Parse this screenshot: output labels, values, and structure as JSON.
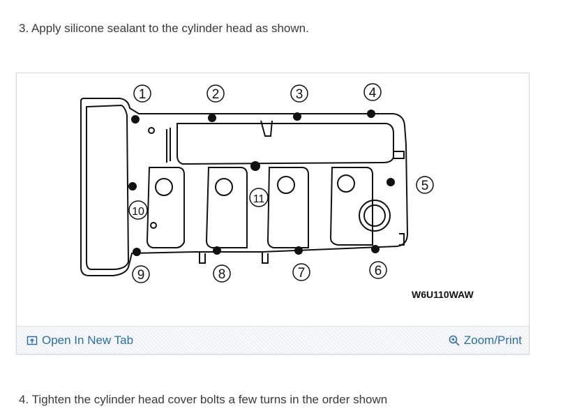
{
  "steps": {
    "step3": "3. Apply silicone sealant to the cylinder head as shown.",
    "step4": "4. Tighten the cylinder head cover bolts a few turns in the order shown"
  },
  "figure": {
    "code": "W6U110WAW",
    "bolt_labels": [
      "1",
      "2",
      "3",
      "4",
      "5",
      "6",
      "7",
      "8",
      "9",
      "10",
      "11"
    ],
    "line_color": "#111111"
  },
  "toolbar": {
    "open_label": "Open In New Tab",
    "zoom_label": "Zoom/Print",
    "open_icon": "open-in-new-tab-icon",
    "zoom_icon": "magnifier-plus-icon",
    "link_color": "#2b6ea8"
  }
}
